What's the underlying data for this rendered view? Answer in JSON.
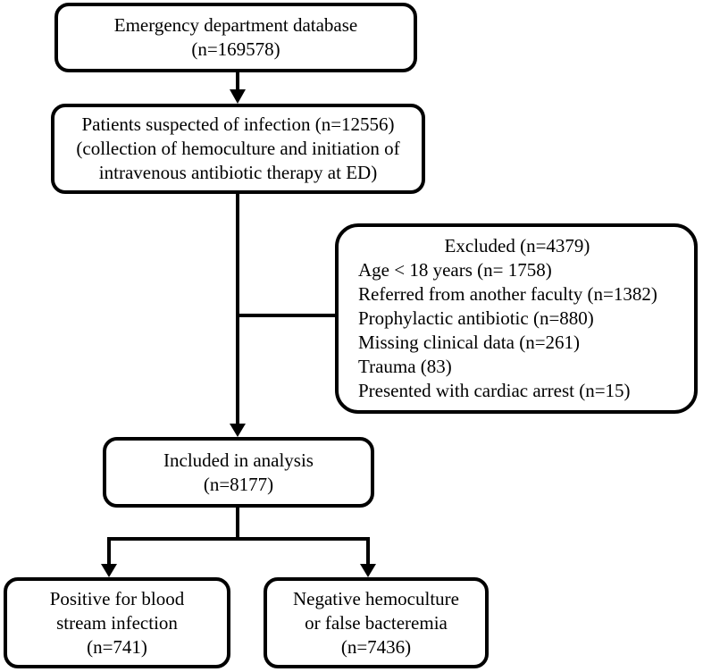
{
  "boxes": {
    "database": {
      "lines": [
        "Emergency department database",
        "(n=169578)"
      ]
    },
    "suspected": {
      "lines": [
        "Patients suspected of infection (n=12556)",
        "(collection of hemoculture and initiation of",
        "intravenous antibiotic therapy at ED)"
      ]
    },
    "excluded": {
      "header": "Excluded (n=4379)",
      "items": [
        "Age < 18 years (n= 1758)",
        "Referred from another faculty (n=1382)",
        "Prophylactic antibiotic (n=880)",
        "Missing clinical data (n=261)",
        "Trauma (83)",
        "Presented with cardiac arrest (n=15)"
      ]
    },
    "included": {
      "lines": [
        "Included in analysis",
        "(n=8177)"
      ]
    },
    "positive": {
      "lines": [
        "Positive for blood",
        "stream infection",
        "(n=741)"
      ]
    },
    "negative": {
      "lines": [
        "Negative hemoculture",
        "or false bacteremia",
        "(n=7436)"
      ]
    }
  },
  "colors": {
    "stroke": "#000000",
    "background": "#ffffff",
    "text": "#000000"
  }
}
